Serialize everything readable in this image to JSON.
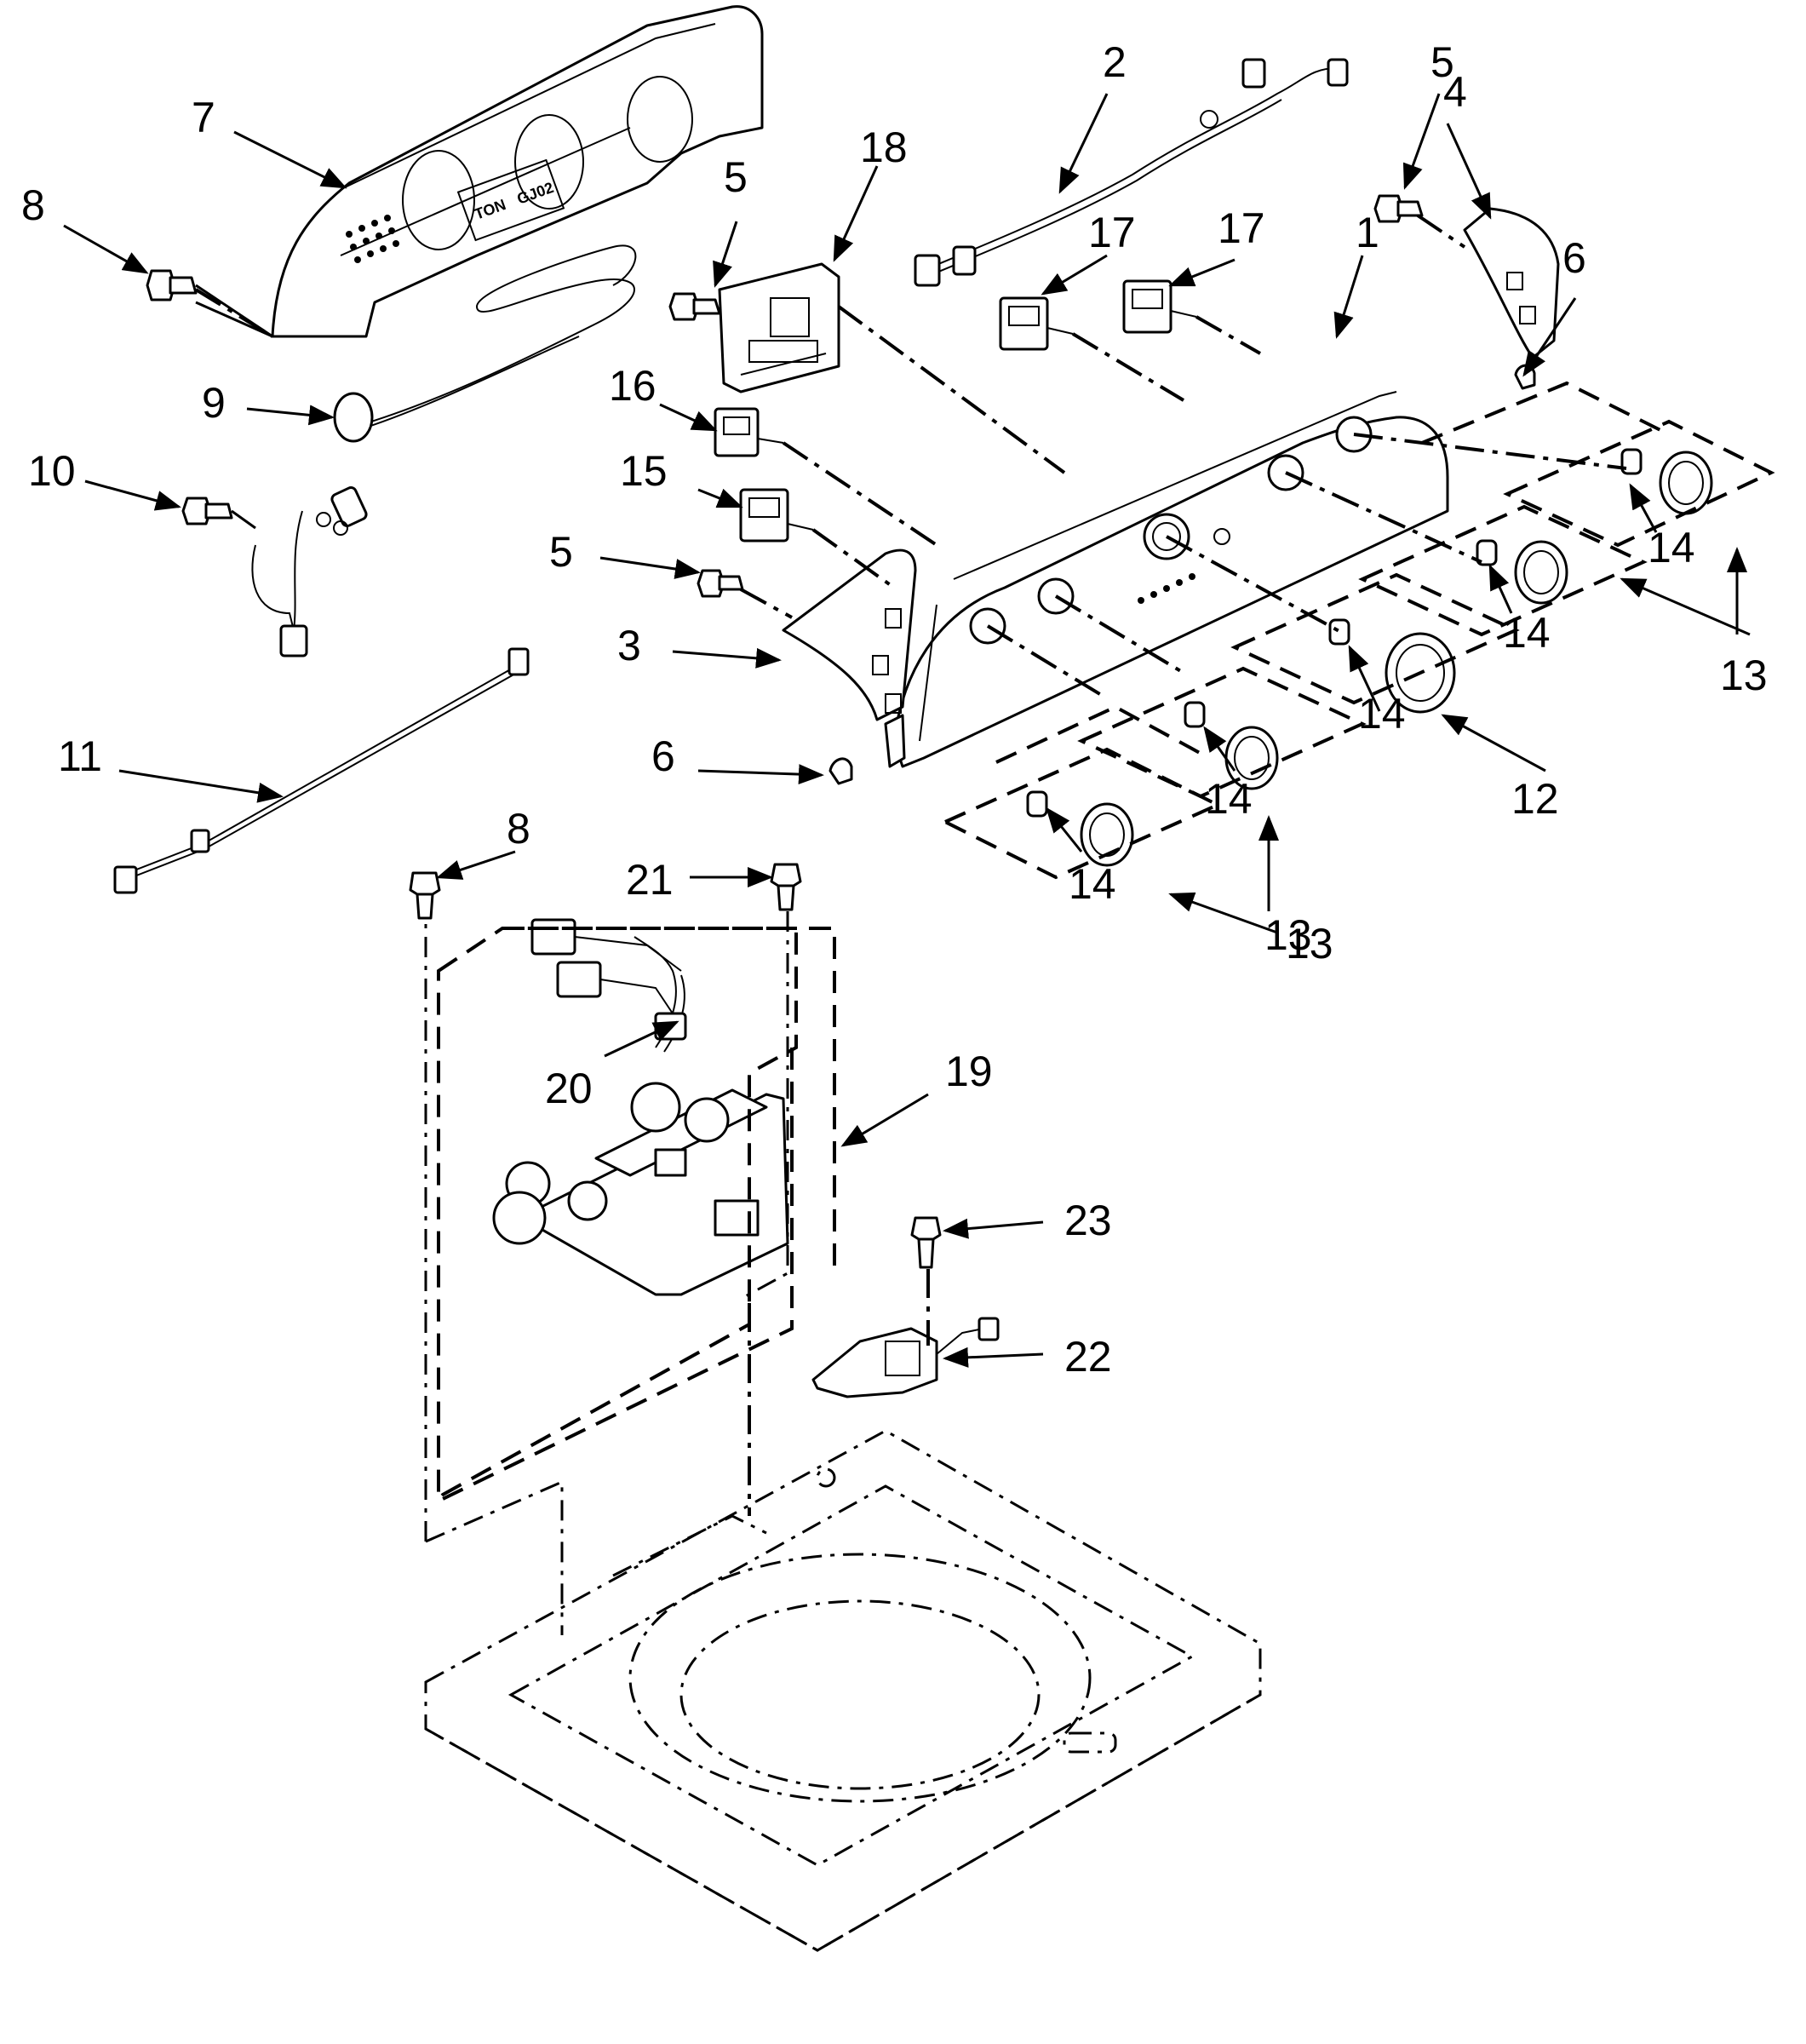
{
  "diagram": {
    "panel_printed_text": [
      "TON",
      "GJ02"
    ],
    "callouts": [
      {
        "id": "c1",
        "label": "1"
      },
      {
        "id": "c2",
        "label": "2"
      },
      {
        "id": "c3",
        "label": "3"
      },
      {
        "id": "c4",
        "label": "4"
      },
      {
        "id": "c5a",
        "label": "5"
      },
      {
        "id": "c5b",
        "label": "5"
      },
      {
        "id": "c5c",
        "label": "5"
      },
      {
        "id": "c6a",
        "label": "6"
      },
      {
        "id": "c6b",
        "label": "6"
      },
      {
        "id": "c7",
        "label": "7"
      },
      {
        "id": "c8a",
        "label": "8"
      },
      {
        "id": "c8b",
        "label": "8"
      },
      {
        "id": "c9",
        "label": "9"
      },
      {
        "id": "c10",
        "label": "10"
      },
      {
        "id": "c11",
        "label": "11"
      },
      {
        "id": "c12",
        "label": "12"
      },
      {
        "id": "c13a",
        "label": "13"
      },
      {
        "id": "c13b",
        "label": "13"
      },
      {
        "id": "c13c",
        "label": "13"
      },
      {
        "id": "c14a",
        "label": "14"
      },
      {
        "id": "c14b",
        "label": "14"
      },
      {
        "id": "c14c",
        "label": "14"
      },
      {
        "id": "c14d",
        "label": "14"
      },
      {
        "id": "c14e",
        "label": "14"
      },
      {
        "id": "c15",
        "label": "15"
      },
      {
        "id": "c16",
        "label": "16"
      },
      {
        "id": "c17a",
        "label": "17"
      },
      {
        "id": "c17b",
        "label": "17"
      },
      {
        "id": "c18",
        "label": "18"
      },
      {
        "id": "c19",
        "label": "19"
      },
      {
        "id": "c20",
        "label": "20"
      },
      {
        "id": "c21",
        "label": "21"
      },
      {
        "id": "c22",
        "label": "22"
      },
      {
        "id": "c23",
        "label": "23"
      }
    ]
  }
}
